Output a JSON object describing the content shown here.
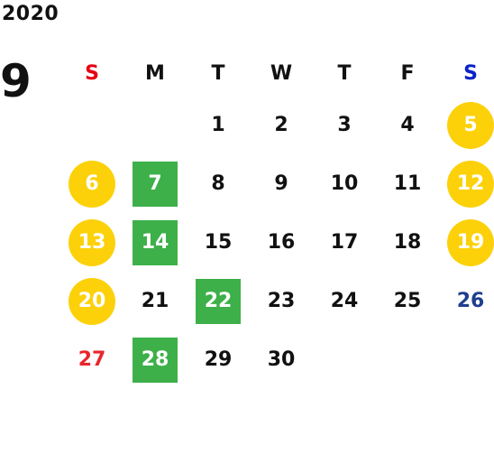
{
  "year": "2020",
  "month": "9",
  "weekday_headers": [
    "S",
    "M",
    "T",
    "W",
    "T",
    "F",
    "S"
  ],
  "colors": {
    "sunday_header": "#e60012",
    "saturday_header": "#0a23c8",
    "holiday_circle": "#fcd10a",
    "closed_square": "#3db049",
    "sunday_plain": "#e8262c",
    "saturday_plain": "#1f3f8f"
  },
  "weeks": [
    [
      "",
      "",
      "1",
      "2",
      "3",
      "4",
      "5"
    ],
    [
      "6",
      "7",
      "8",
      "9",
      "10",
      "11",
      "12"
    ],
    [
      "13",
      "14",
      "15",
      "16",
      "17",
      "18",
      "19"
    ],
    [
      "20",
      "21",
      "22",
      "23",
      "24",
      "25",
      "26"
    ],
    [
      "27",
      "28",
      "29",
      "30",
      "",
      "",
      ""
    ]
  ]
}
